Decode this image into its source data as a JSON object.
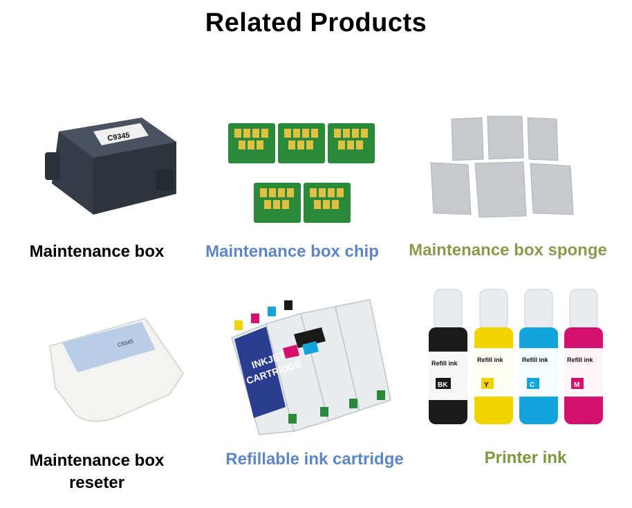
{
  "page": {
    "title": "Related Products"
  },
  "products": [
    {
      "caption": "Maintenance box",
      "label_text": "C9345",
      "caption_color": "#111111"
    },
    {
      "caption": "Maintenance box chip",
      "caption_color": "#5b87c6"
    },
    {
      "caption": "Maintenance box sponge",
      "caption_color": "#8a9a4a"
    },
    {
      "caption_line1": "Maintenance box",
      "caption_line2": "reseter",
      "label_text": "C9345",
      "caption_color": "#111111"
    },
    {
      "caption": "Refillable ink cartridge",
      "label_line1": "INKJET",
      "label_line2": "CARTRIDGE",
      "caption_color": "#5b87c6"
    },
    {
      "caption": "Printer ink",
      "label_text": "Refill ink",
      "bottles": [
        {
          "code": "BK",
          "color": "#1a1a1a"
        },
        {
          "code": "Y",
          "color": "#f2d500"
        },
        {
          "code": "C",
          "color": "#14a4dc"
        },
        {
          "code": "M",
          "color": "#d4126e"
        }
      ],
      "caption_color": "#7a9a3a"
    }
  ]
}
